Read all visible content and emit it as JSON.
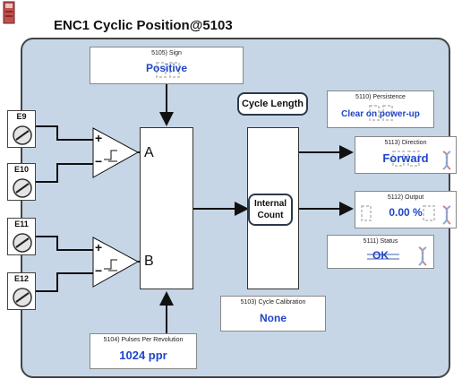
{
  "window": {
    "title": "ENC1 Cyclic Position@5103"
  },
  "params": {
    "sign": {
      "label": "5105) Sign",
      "value": "Positive"
    },
    "persistence": {
      "label": "5110) Persistence",
      "value": "Clear on power-up"
    },
    "direction": {
      "label": "5113) Direction",
      "value": "Forward"
    },
    "output": {
      "label": "5112) Output",
      "value": "0.00 %"
    },
    "status": {
      "label": "5111) Status",
      "value": "OK"
    },
    "cycle_calibration": {
      "label": "5103) Cycle Calibration",
      "value": "None"
    },
    "pulses_per_rev": {
      "label": "5104) Pulses Per Revolution",
      "value": "1024 ppr"
    }
  },
  "blocks": {
    "cycle_length": "Cycle Length",
    "internal_count_1": "Internal",
    "internal_count_2": "Count"
  },
  "terminals": [
    "E9",
    "E10",
    "E11",
    "E12"
  ],
  "ports": {
    "a": "A",
    "b": "B",
    "plus": "+",
    "minus": "−"
  },
  "colors": {
    "panel": "#c6d6e6",
    "value_text": "#1f45c8"
  }
}
